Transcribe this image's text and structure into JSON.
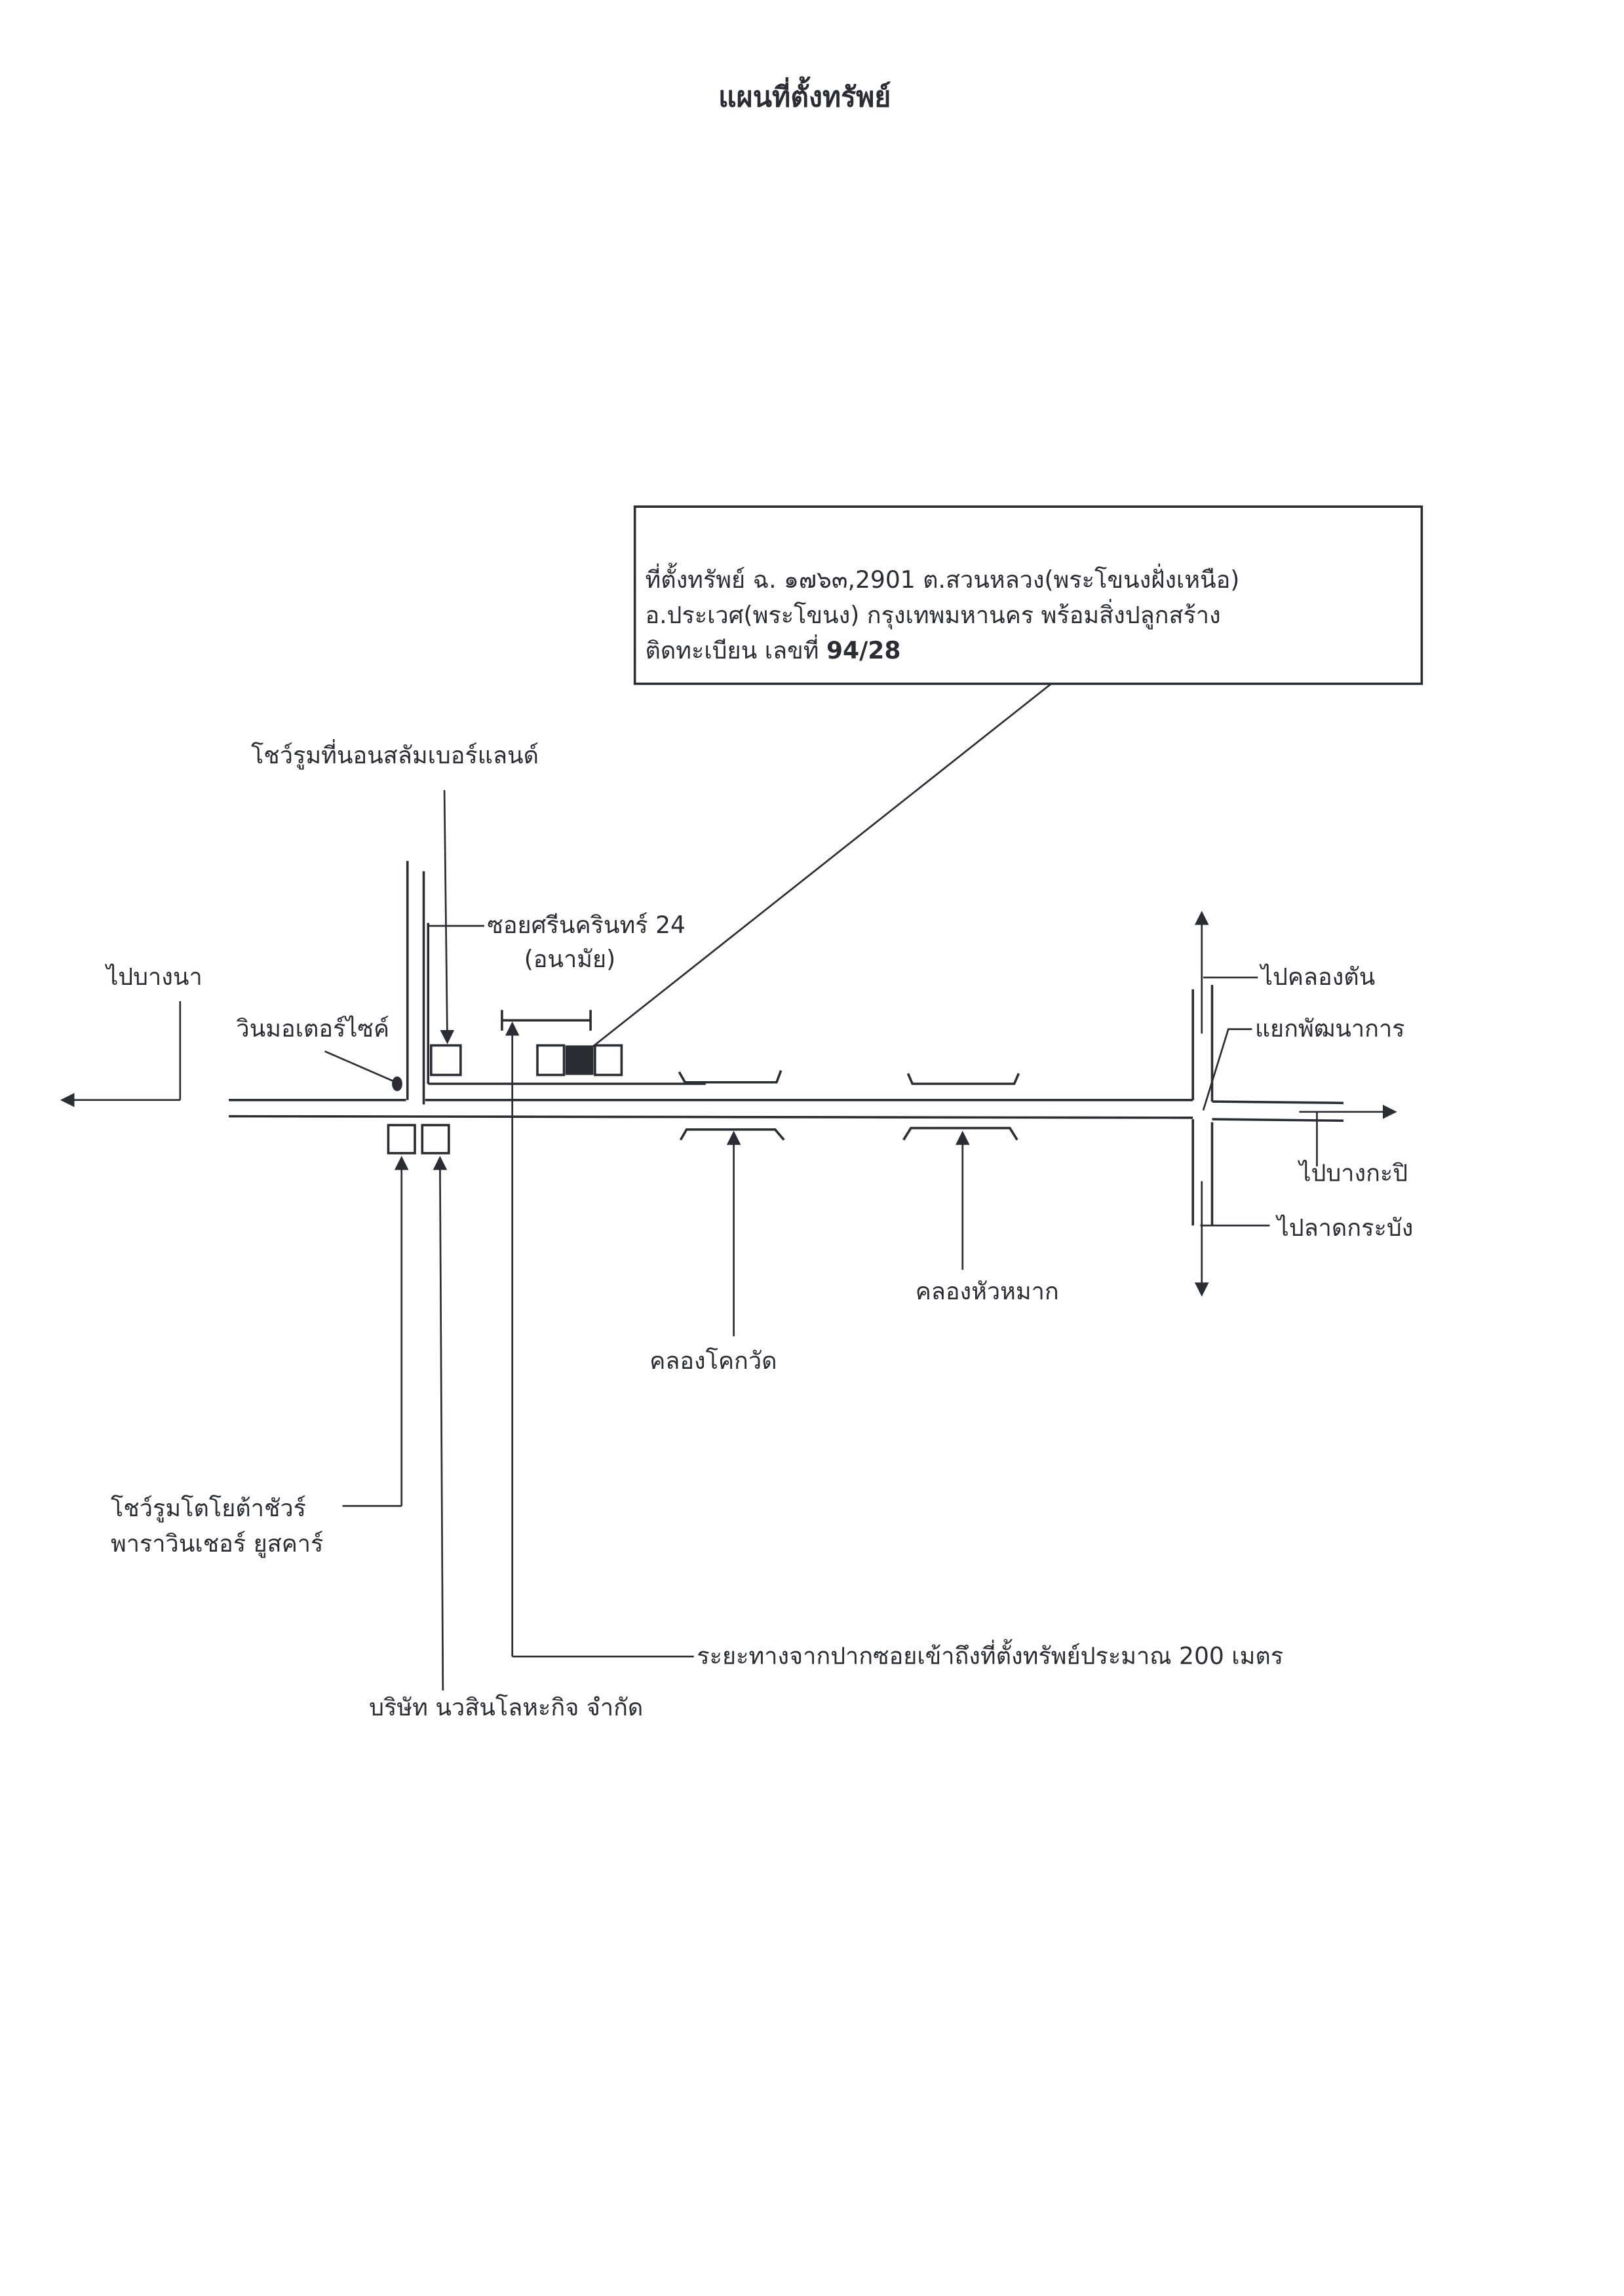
{
  "title": "แผนที่ตั้งทรัพย์",
  "property_box": {
    "line1": "ที่ตั้งทรัพย์ ฉ. ๑๗๖๓,2901 ต.สวนหลวง(พระโขนงฝั่งเหนือ)",
    "line2": "อ.ประเวศ(พระโขนง)  กรุงเทพมหานคร พร้อมสิ่งปลูกสร้าง",
    "line3_prefix": "ติดทะเบียน เลขที่ ",
    "house_no": "94/28"
  },
  "labels": {
    "slumberland": "โชว์รูมที่นอนสลัมเบอร์แลนด์",
    "soi": "ซอยศรีนครินทร์ 24",
    "soi_alt": "(อนามัย)",
    "to_bangna": "ไปบางนา",
    "win_motor": "วินมอเตอร์ไซค์",
    "to_khlong_tan": "ไปคลองตัน",
    "phatthanakan": "แยกพัฒนาการ",
    "to_bangkapi": "ไปบางกะปิ",
    "to_lat_krabang": "ไปลาดกระบัง",
    "khlong_hua_mak": "คลองหัวหมาก",
    "khlong_khok_wat": "คลองโคกวัด",
    "toyota_1": "โชว์รูมโตโยต้าชัวร์",
    "toyota_2": "พาราวินเชอร์ ยูสคาร์",
    "navasin": "บริษัท นวสินโลหะกิจ จำกัด",
    "distance": "ระยะทางจากปากซอยเข้าถึงที่ตั้งทรัพย์ประมาณ 200 เมตร"
  }
}
